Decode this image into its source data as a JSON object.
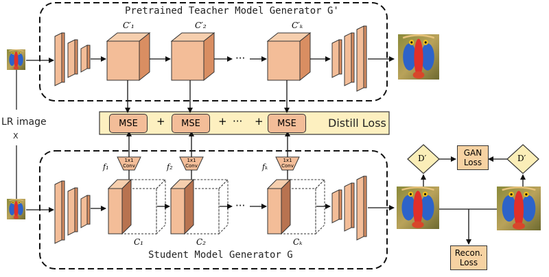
{
  "teacher_title": "Pretrained Teacher Model Generator G'",
  "student_title": "Student Model Generator G",
  "lr_image_label": "LR image",
  "x_label": "X",
  "distill_loss": "Distill Loss",
  "mse_label": "MSE",
  "plus": "+",
  "ellipsis": "···",
  "teacher_features": [
    "C′₁",
    "C′₂",
    "C′ₖ"
  ],
  "student_features": [
    "C₁",
    "C₂",
    "Cₖ"
  ],
  "adapters": [
    "f₁",
    "f₂",
    "fₖ"
  ],
  "conv_top": "1x1",
  "conv_bottom": "Conv",
  "discriminator": "D′",
  "gan_loss": "GAN\nLoss",
  "recon_loss": "Recon.\nLoss",
  "colors": {
    "block": "#f3bd98",
    "block_dark": "#d98e62",
    "distill_bar": "#fdf0c0",
    "loss_box": "#f6d2a2",
    "diamond": "#fbeeb8"
  }
}
